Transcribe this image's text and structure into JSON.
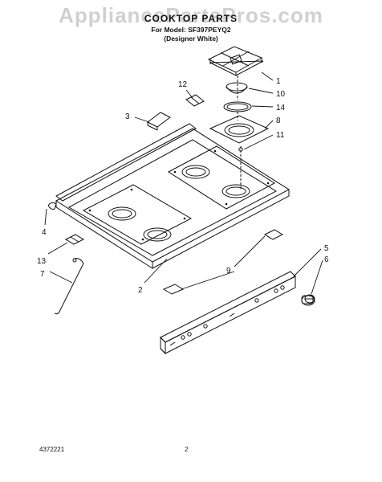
{
  "watermark": "AppliancePartsPros.com",
  "header": {
    "title": "COOKTOP PARTS",
    "model_line": "For Model: SF397PEYQ2",
    "variant": "(Designer White)"
  },
  "callouts": [
    "1",
    "10",
    "14",
    "8",
    "11",
    "12",
    "3",
    "4",
    "13",
    "7",
    "2",
    "9",
    "5",
    "6"
  ],
  "footer": {
    "doc_number": "4372221",
    "page_number": "2"
  }
}
